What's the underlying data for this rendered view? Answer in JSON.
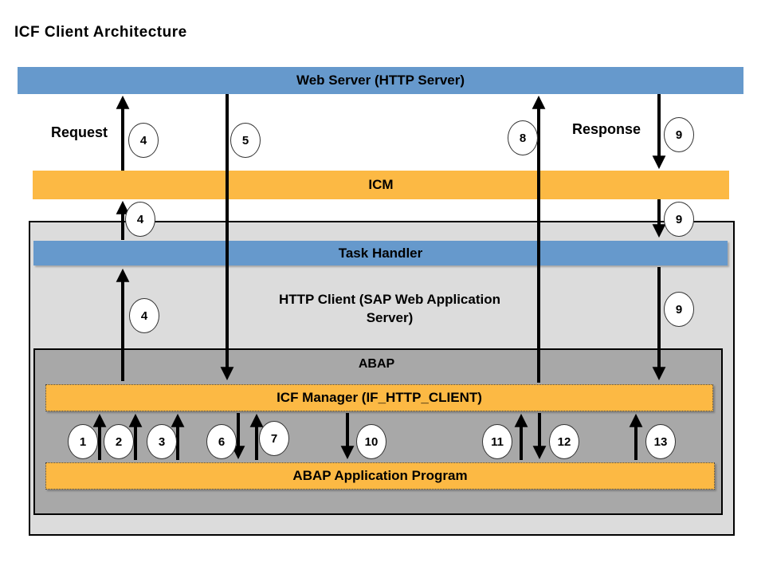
{
  "title": "ICF Client Architecture",
  "colors": {
    "layer_blue": "#6699cc",
    "layer_orange": "#fcb944",
    "outer_box_gray": "#dcdcdc",
    "abap_box_gray": "#a8a8a8",
    "arrow_black": "#000000"
  },
  "layers": {
    "web_server": "Web Server (HTTP Server)",
    "icm": "ICM",
    "task_handler": "Task Handler",
    "http_client_line1": "HTTP Client (SAP Web Application",
    "http_client_line2": "Server)",
    "abap": "ABAP",
    "icf_manager": "ICF Manager (IF_HTTP_CLIENT)",
    "abap_app_program": "ABAP Application Program"
  },
  "flow_labels": {
    "request": "Request",
    "response": "Response"
  },
  "badges": {
    "top_4": "4",
    "top_5": "5",
    "top_8": "8",
    "top_9": "9",
    "mid_icm_4": "4",
    "mid_icm_9": "9",
    "mid_http_4": "4",
    "mid_http_9": "9",
    "bottom_1": "1",
    "bottom_2": "2",
    "bottom_3": "3",
    "bottom_6": "6",
    "bottom_7": "7",
    "bottom_10": "10",
    "bottom_11": "11",
    "bottom_12": "12",
    "bottom_13": "13"
  }
}
